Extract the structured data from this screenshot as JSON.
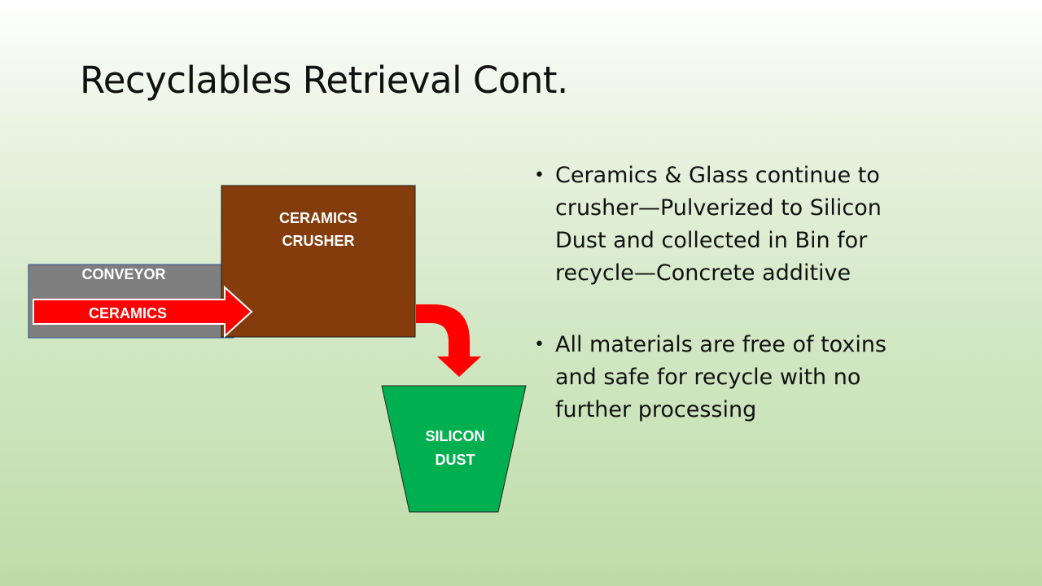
{
  "title": "Recyclables Retrieval Cont.",
  "diagram": {
    "conveyor_label": "CONVEYOR",
    "ceramics_label": "CERAMICS",
    "crusher_label_line1": "CERAMICS",
    "crusher_label_line2": "CRUSHER",
    "bin_label_line1": "SILICON",
    "bin_label_line2": "DUST",
    "colors": {
      "conveyor": "#7f7f7f",
      "arrow": "#ff0000",
      "crusher": "#843c0c",
      "bin": "#00b050"
    }
  },
  "bullets": [
    "Ceramics & Glass continue to crusher—Pulverized to Silicon Dust and collected in Bin for recycle—Concrete additive",
    "All materials are free of toxins and safe for recycle with no further processing"
  ]
}
